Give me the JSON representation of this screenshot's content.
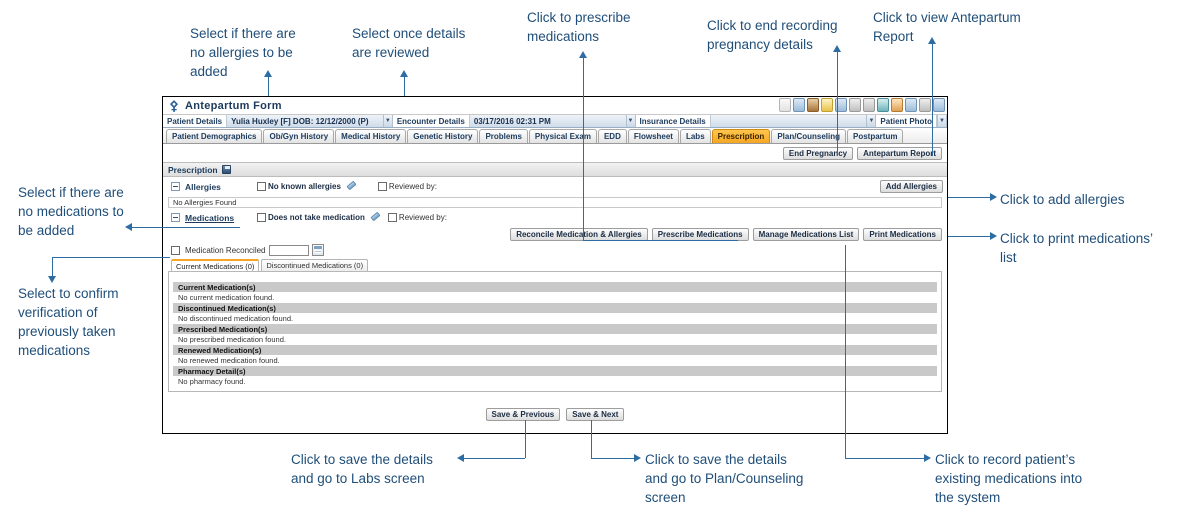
{
  "app": {
    "title": "Antepartum Form",
    "logo_icon": "antepartum-logo-icon",
    "toolbar_icons": [
      "blank-page-icon",
      "printer-icon",
      "pill-icon",
      "copy-pages-icon",
      "pencil-icon",
      "checklist-icon",
      "note-edit-icon",
      "globe-icon",
      "clipboard-icon",
      "user-icon",
      "battery-icon",
      "export-window-icon"
    ]
  },
  "context_bar": {
    "patient_label": "Patient Details",
    "patient_value": "Yulia Huxley [F] DOB: 12/12/2000 (P)",
    "encounter_label": "Encounter Details",
    "encounter_value": "03/17/2016 02:31 PM",
    "insurance_label": "Insurance Details",
    "insurance_value": "",
    "photo_label": "Patient Photo",
    "caret_icon": "chevron-down-icon"
  },
  "tabs": [
    {
      "label": "Patient Demographics",
      "active": false
    },
    {
      "label": "Ob/Gyn History",
      "active": false
    },
    {
      "label": "Medical History",
      "active": false
    },
    {
      "label": "Genetic History",
      "active": false
    },
    {
      "label": "Problems",
      "active": false
    },
    {
      "label": "Physical Exam",
      "active": false
    },
    {
      "label": "EDD",
      "active": false
    },
    {
      "label": "Flowsheet",
      "active": false
    },
    {
      "label": "Labs",
      "active": false
    },
    {
      "label": "Prescription",
      "active": true
    },
    {
      "label": "Plan/Counseling",
      "active": false
    },
    {
      "label": "Postpartum",
      "active": false
    }
  ],
  "action_row": {
    "end_pregnancy": "End Pregnancy",
    "antepartum_report": "Antepartum Report"
  },
  "section": {
    "title": "Prescription",
    "save_icon": "save-icon"
  },
  "allergies": {
    "group_label": "Allergies",
    "collapse_icon": "collapse-minus-icon",
    "no_known_label": "No known allergies",
    "pencil_icon": "pencil-icon",
    "reviewed_by_label": "Reviewed by:",
    "add_button": "Add Allergies",
    "empty_text": "No Allergies Found"
  },
  "medications": {
    "group_label": "Medications",
    "collapse_icon": "collapse-minus-icon",
    "does_not_take_label": "Does not take medication",
    "pencil_icon": "pencil-icon",
    "reviewed_by_label": "Reviewed by:",
    "buttons": [
      "Reconcile Medication & Allergies",
      "Prescribe Medications",
      "Manage Medications List",
      "Print Medications"
    ],
    "reconciled_label": "Medication Reconciled",
    "reconciled_date_value": "",
    "calendar_icon": "calendar-icon",
    "subtabs": [
      {
        "label": "Current Medications (0)",
        "active": true
      },
      {
        "label": "Discontinued Medications (0)",
        "active": false
      }
    ],
    "groups": [
      {
        "header": "Current Medication(s)",
        "empty": "No current medication found."
      },
      {
        "header": "Discontinued Medication(s)",
        "empty": "No discontinued medication found."
      },
      {
        "header": "Prescribed Medication(s)",
        "empty": "No prescribed medication found."
      },
      {
        "header": "Renewed Medication(s)",
        "empty": "No renewed medication found."
      },
      {
        "header": "Pharmacy Detail(s)",
        "empty": "No pharmacy found."
      }
    ]
  },
  "footer": {
    "save_previous": "Save & Previous",
    "save_next": "Save & Next"
  },
  "annotations": {
    "no_allergies": "Select if there are\nno allergies to be\nadded",
    "details_reviewed": "Select once details\nare reviewed",
    "prescribe": "Click to prescribe\nmedications",
    "end_recording": "Click to end recording\npregnancy details",
    "view_report": "Click to view Antepartum\nReport",
    "no_medications": "Select if there are\nno medications to\nbe added",
    "confirm_verify": "Select to confirm\nverification of\npreviously taken\nmedications",
    "add_allergies": "Click to add allergies",
    "print_list": "Click to print medications’\nlist",
    "save_labs": "Click to save the details\nand go to Labs screen",
    "save_plan": "Click to save the details\nand go to Plan/Counseling\nscreen",
    "record_existing": "Click to record patient’s\nexisting medications into\nthe system"
  },
  "colors": {
    "annotation": "#1F4E79",
    "leader": "#2E6DA4",
    "active_tab": "#f5a623",
    "header_blue": "#1b3a5c"
  }
}
